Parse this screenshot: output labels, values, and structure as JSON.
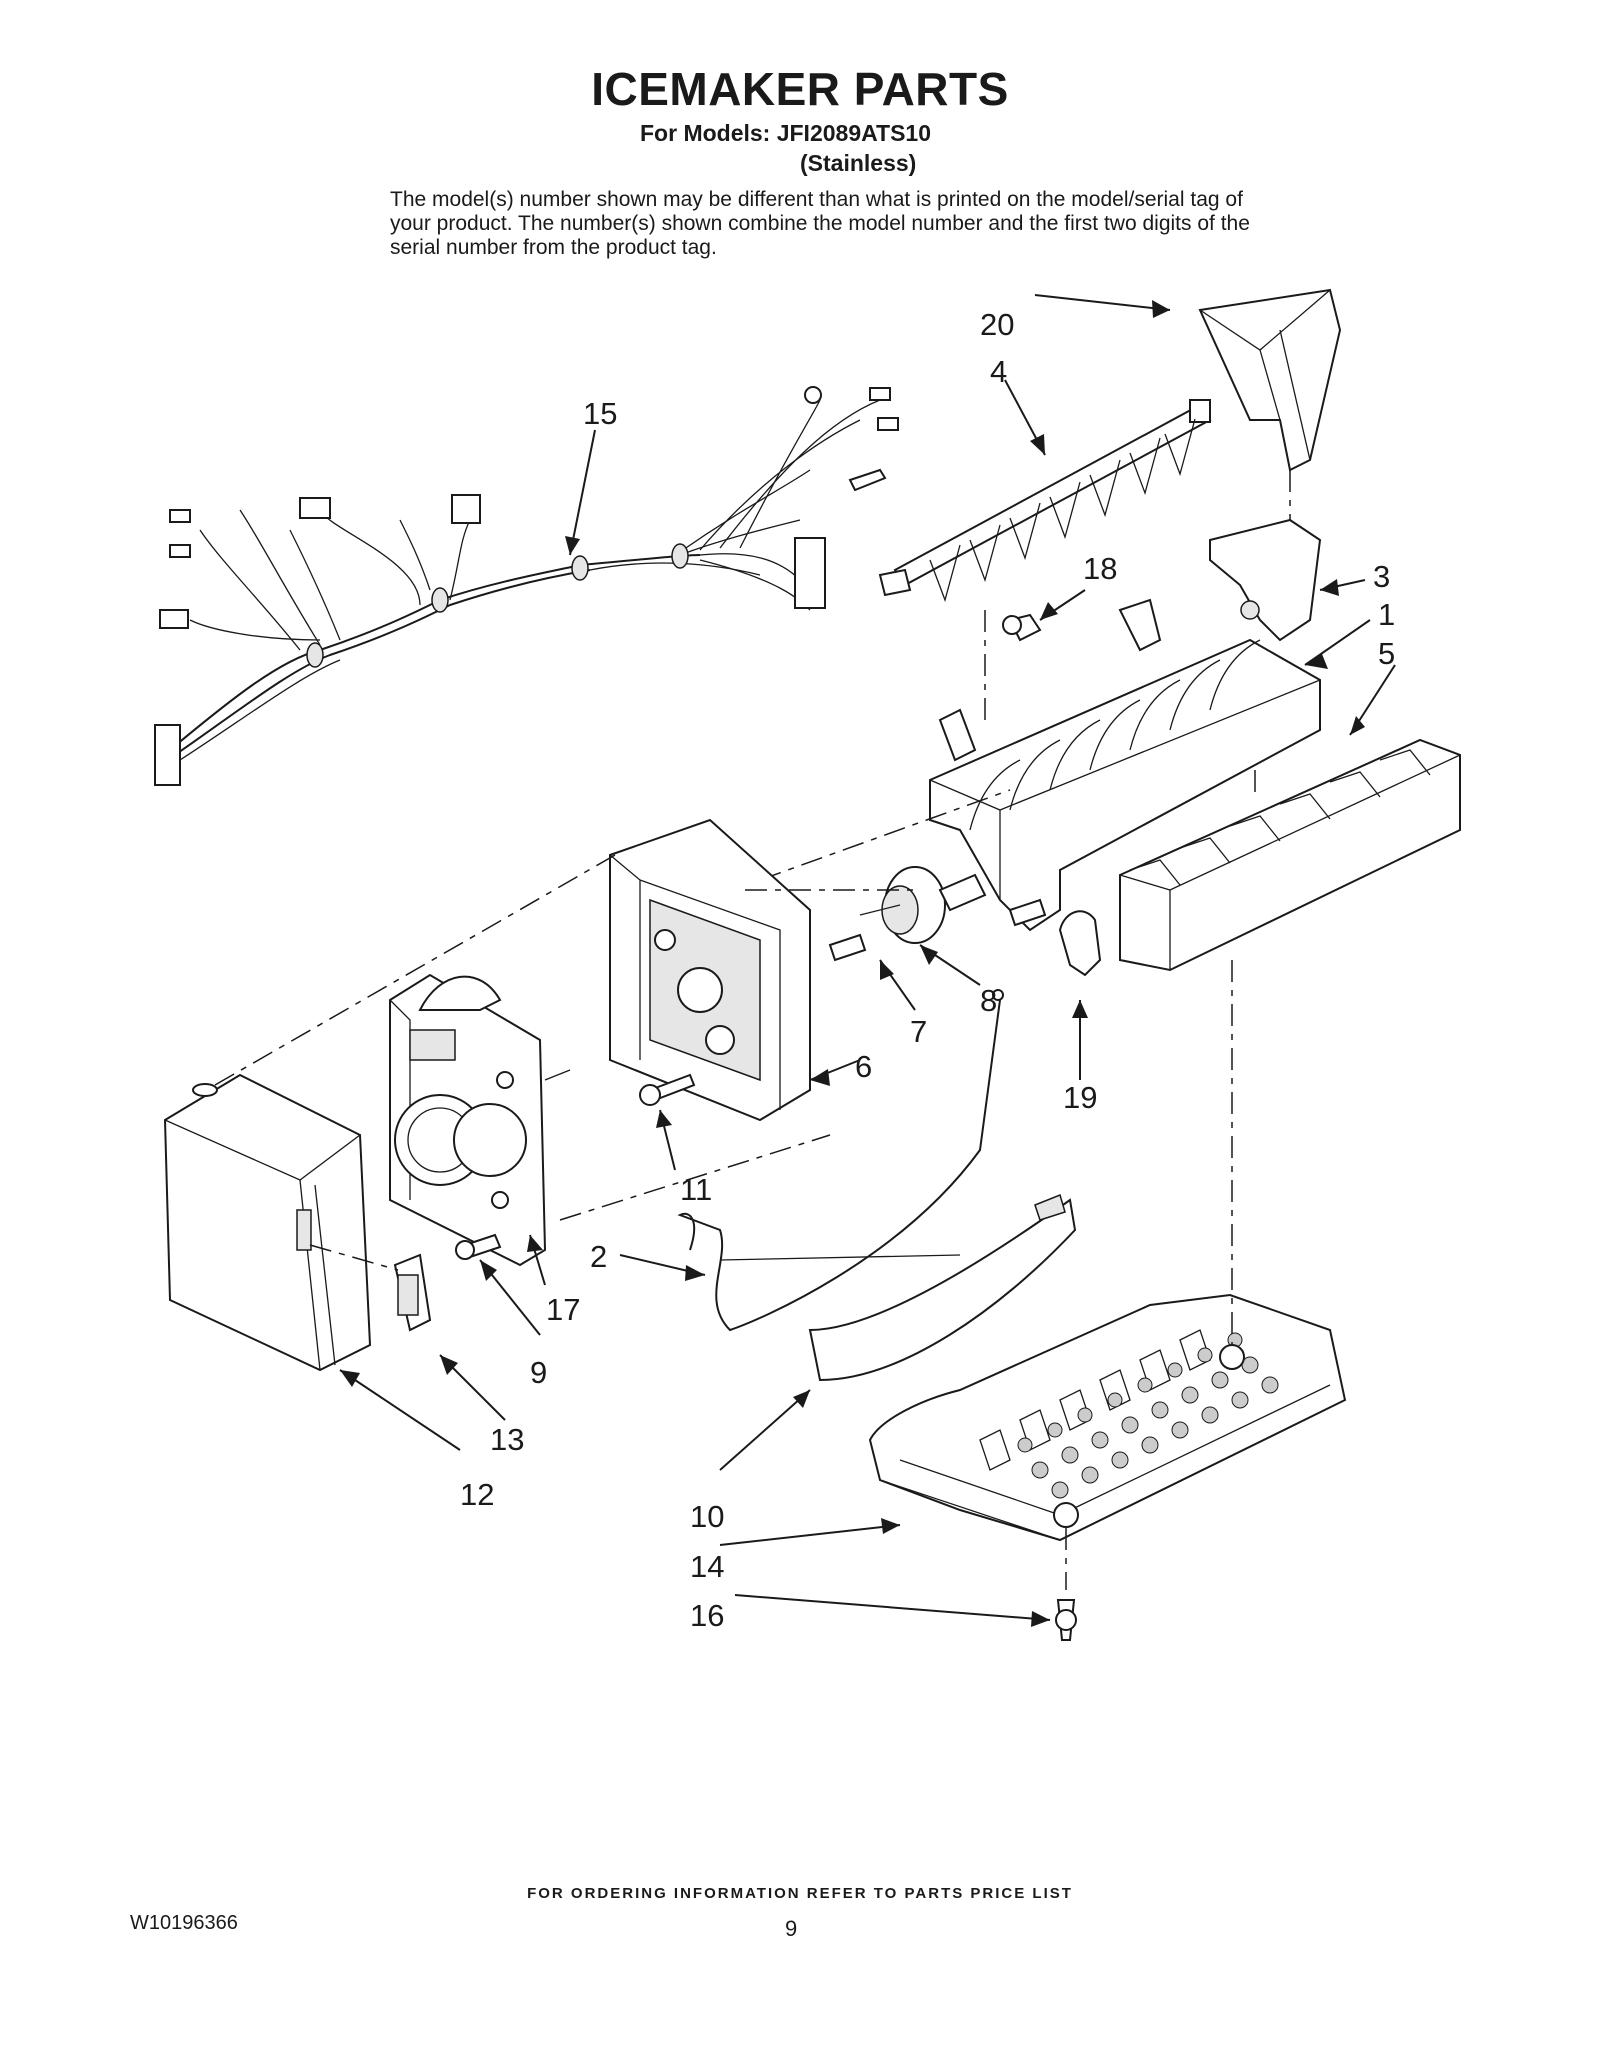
{
  "header": {
    "title": "ICEMAKER PARTS",
    "models_line": "For Models: JFI2089ATS10",
    "variant": "(Stainless)",
    "disclaimer": "The model(s) number shown may be different than what is printed on the model/serial tag of your product. The number(s) shown combine the model number and the first two digits of the serial number from the product tag."
  },
  "callouts": {
    "c1": "1",
    "c2": "2",
    "c3": "3",
    "c4": "4",
    "c5": "5",
    "c6": "6",
    "c7": "7",
    "c8": "8",
    "c9": "9",
    "c10": "10",
    "c11": "11",
    "c12": "12",
    "c13": "13",
    "c14": "14",
    "c15": "15",
    "c16": "16",
    "c17": "17",
    "c18": "18",
    "c19": "19",
    "c20": "20"
  },
  "footer": {
    "ordering": "FOR ORDERING INFORMATION REFER TO PARTS PRICE LIST",
    "doc_number": "W10196366",
    "page_number": "9"
  }
}
